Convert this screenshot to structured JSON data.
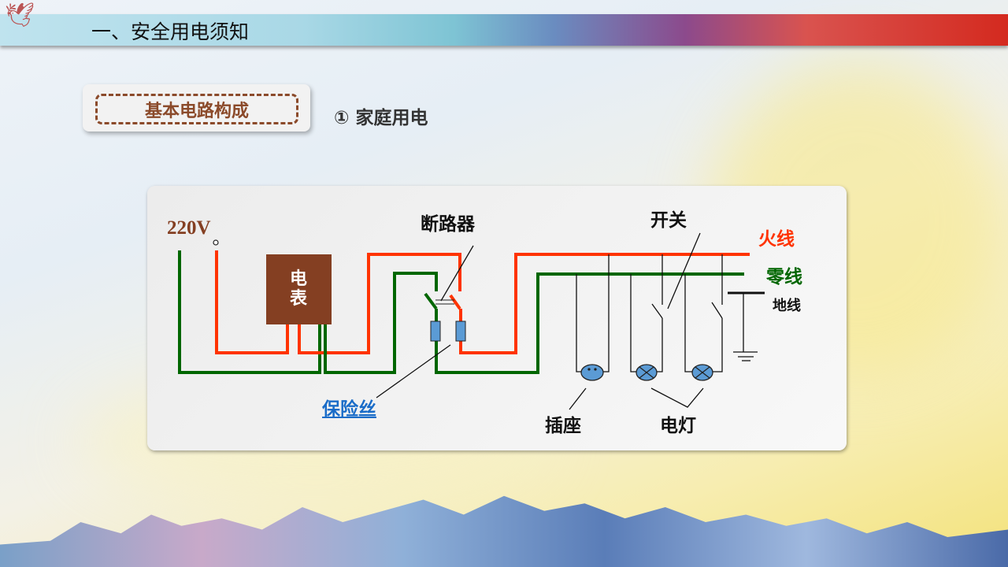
{
  "header": {
    "title": "一、安全用电须知"
  },
  "tag": {
    "label": "基本电路构成"
  },
  "subtitle": "① 家庭用电",
  "diagram": {
    "voltage": "220V",
    "meter": "电表",
    "breaker": "断路器",
    "switch": "开关",
    "live": "火线",
    "neutral": "零线",
    "ground": "地线",
    "fuse": "保险丝",
    "socket": "插座",
    "lamp": "电灯",
    "colors": {
      "live": "#ff3300",
      "neutral": "#006600",
      "meter": "#843f22",
      "component": "#5b9bd5",
      "fuse_label": "#1a6cc8"
    }
  }
}
